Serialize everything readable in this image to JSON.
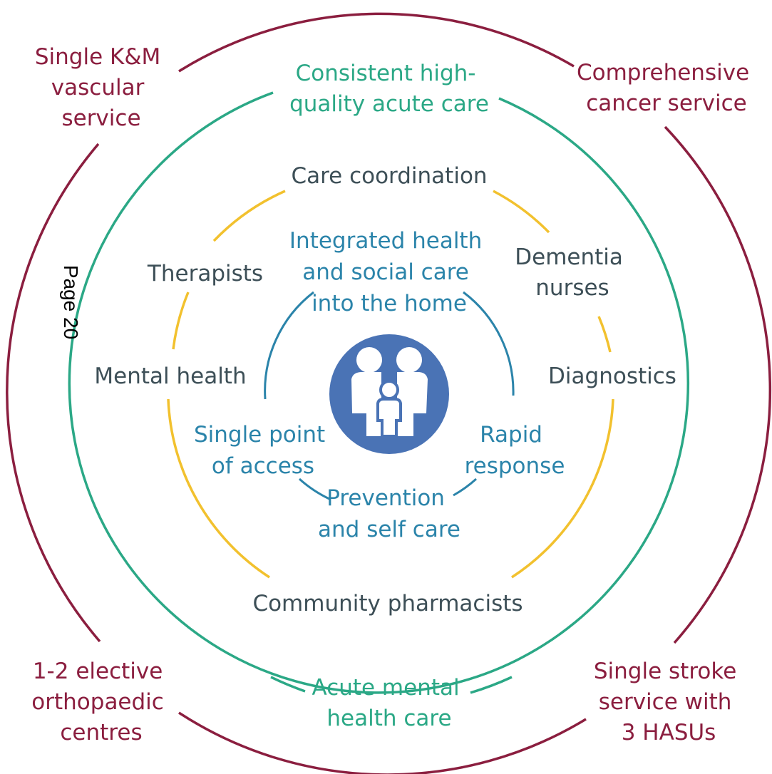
{
  "colors": {
    "outer_ring": "#8B1E3F",
    "acute_ring": "#2BA886",
    "community_ring": "#F2C12E",
    "core_ring": "#2B84AA",
    "core_text": "#2B84AA",
    "community_text": "#3D4F57",
    "icon_fill": "#4A73B5",
    "icon_figures": "#ffffff"
  },
  "page_label": "Page 20",
  "outer_ring": {
    "labels": [
      [
        "Single K&M",
        "vascular",
        "service"
      ],
      [
        "Comprehensive",
        "cancer service"
      ],
      [
        "1-2 elective",
        "orthopaedic",
        "centres"
      ],
      [
        "Single stroke",
        "service with",
        "3 HASUs"
      ]
    ]
  },
  "acute_ring": {
    "labels": [
      [
        "Consistent high-",
        "quality acute care"
      ],
      [
        "Acute mental",
        "health care"
      ]
    ]
  },
  "community_ring": {
    "labels": [
      [
        "Care coordination"
      ],
      [
        "Therapists"
      ],
      [
        "Dementia",
        "nurses"
      ],
      [
        "Mental health"
      ],
      [
        "Diagnostics"
      ],
      [
        "Community pharmacists"
      ]
    ]
  },
  "core_ring": {
    "labels": [
      [
        "Integrated health",
        "and social care",
        "into the home"
      ],
      [
        "Single point",
        "of access"
      ],
      [
        "Rapid",
        "response"
      ],
      [
        "Prevention",
        "and self care"
      ]
    ]
  },
  "center": {
    "icon": "family-icon"
  }
}
